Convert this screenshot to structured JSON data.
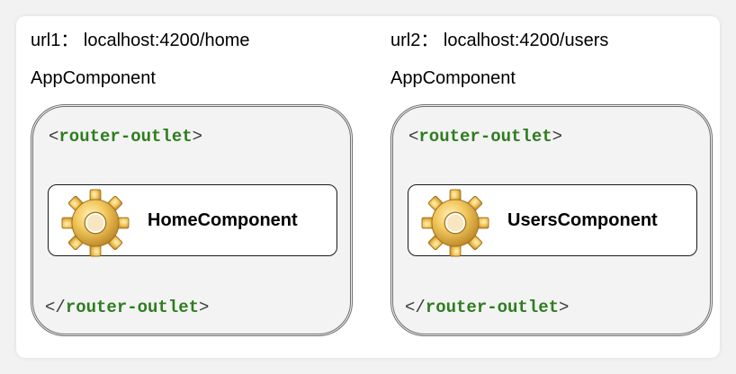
{
  "panels": [
    {
      "url": "url1： localhost:4200/home",
      "app": "AppComponent",
      "open_lt": "<",
      "open_kw": "router-outlet",
      "open_gt": ">",
      "close_lt": "</",
      "close_kw": "router-outlet",
      "close_gt": ">",
      "component": "HomeComponent",
      "icon": "gear-icon"
    },
    {
      "url": "url2： localhost:4200/users",
      "app": "AppComponent",
      "open_lt": "<",
      "open_kw": "router-outlet",
      "open_gt": ">",
      "close_lt": "</",
      "close_kw": "router-outlet",
      "close_gt": ">",
      "component": "UsersComponent",
      "icon": "gear-icon"
    }
  ],
  "colors": {
    "tag_keyword": "#2e7d1f",
    "gear_light": "#f6d37a",
    "gear_dark": "#c9952f"
  }
}
